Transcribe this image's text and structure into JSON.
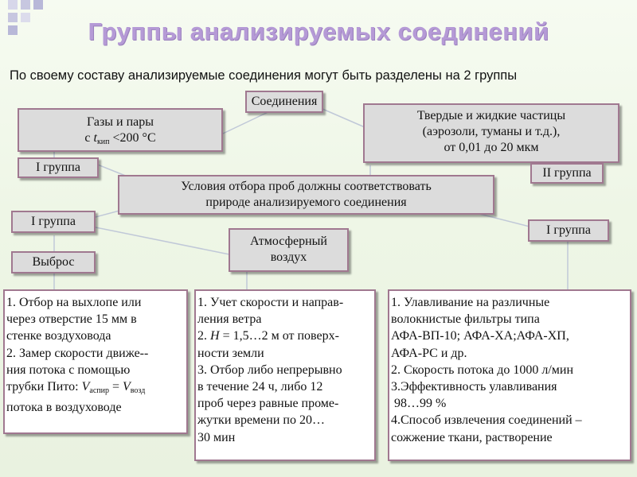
{
  "title": "Группы анализируемых соединений",
  "subtitle": "По своему составу анализируемые соединения могут быть разделены на 2 группы",
  "nodes": {
    "root": "Соединения",
    "gases_line1": "Газы и пары",
    "gases_line2_pre": "с ",
    "gases_t": "t",
    "gases_sub": "кип",
    "gases_line2_post": " <200 °С",
    "group1_top": "I группа",
    "particles_line1": "Твердые и жидкие частицы",
    "particles_line2": "(аэрозоли, туманы и т.д.),",
    "particles_line3": "от 0,01 до 20 мкм",
    "group2_top": "II группа",
    "conditions_line1": "Условия отбора проб должны соответствовать",
    "conditions_line2": "природе анализируемого соединения",
    "group1_left": "I группа",
    "group1_right": "I группа",
    "emission": "Выброс",
    "atmo_line1": "Атмосферный",
    "atmo_line2": "воздух"
  },
  "panels": {
    "left": {
      "l1": "1. Отбор на выхлопе или",
      "l2": "через отверстие 15 мм в",
      "l3": "стенке воздуховода",
      "l4": "2. Замер скорости движе--",
      "l5": "ния потока с помощью",
      "l6_pre": "трубки Пито: ",
      "l6_v1": "V",
      "l6_s1": "аспир",
      "l6_eq": " = ",
      "l6_v2": "V",
      "l6_s2": "возд",
      "l7": "потока в воздуховоде"
    },
    "middle": {
      "l1": "1. Учет скорости и направ-",
      "l2": "ления ветра",
      "l3_pre": "2. ",
      "l3_h": "Н",
      "l3_post": " = 1,5…2 м от поверх-",
      "l4": "ности земли",
      "l5": "3. Отбор либо непрерывно",
      "l6": "в течение 24 ч, либо 12",
      "l7": "проб через равные проме-",
      "l8": "жутки времени по 20…",
      "l9": "30 мин"
    },
    "right": {
      "l1": "1. Улавливание на различные",
      "l2": "волокнистые фильтры типа",
      "l3": "АФА-ВП-10; АФА-ХА;АФА-ХП,",
      "l4": "АФА-РС и др.",
      "l5": "2. Скорость потока до 1000 л/мин",
      "l6": "3.Эффективность улавливания",
      "l7": " 98…99 %",
      "l8": "4.Способ извлечения соединений –",
      "l9": "сожжение ткани, растворение"
    }
  },
  "colors": {
    "title": "#b59ad6",
    "box_fill": "#dcdcdc",
    "box_border": "#a07890",
    "connector": "#c0c8d8",
    "deco": "#c9c9e2"
  }
}
